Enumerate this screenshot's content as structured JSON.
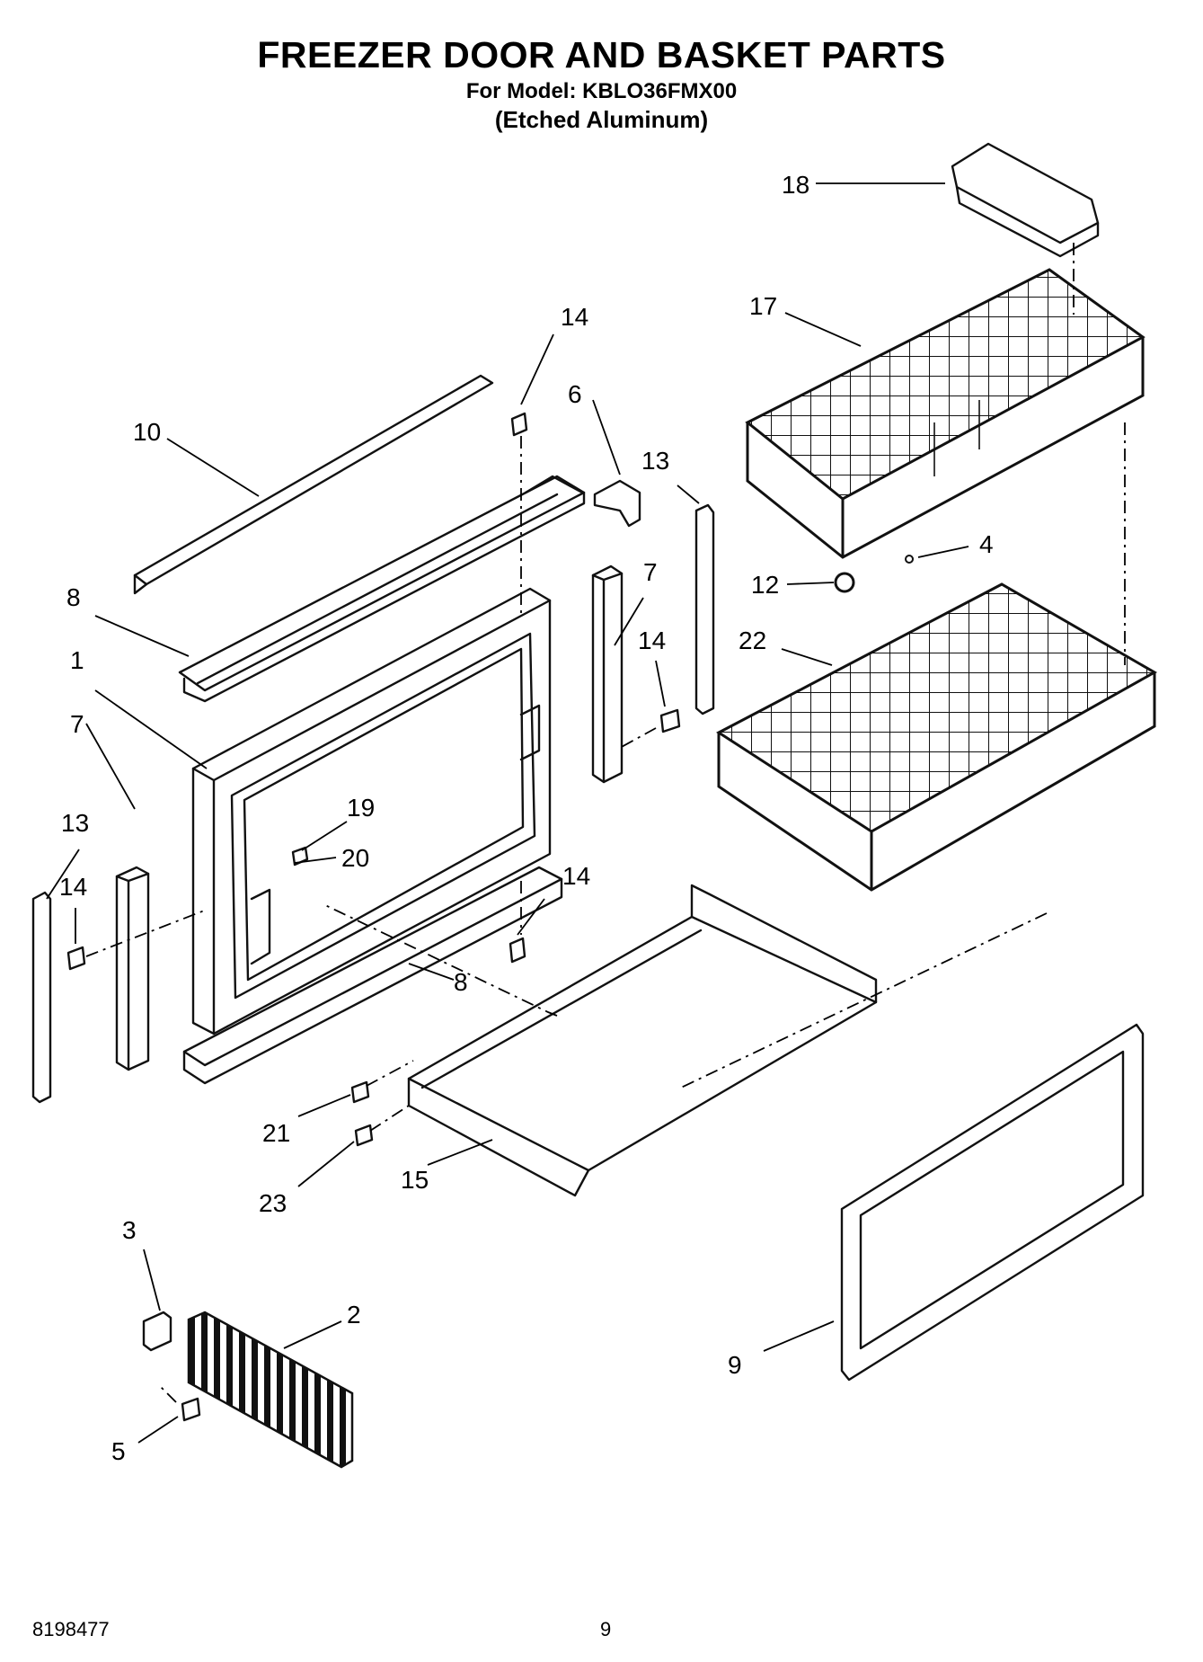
{
  "header": {
    "title": "FREEZER DOOR AND BASKET PARTS",
    "model_line": "For Model: KBLO36FMX00",
    "finish_line": "(Etched Aluminum)"
  },
  "callouts": {
    "c1": "1",
    "c2": "2",
    "c3": "3",
    "c4": "4",
    "c5": "5",
    "c6": "6",
    "c7a": "7",
    "c7b": "7",
    "c8a": "8",
    "c8b": "8",
    "c9": "9",
    "c10": "10",
    "c12": "12",
    "c13a": "13",
    "c13b": "13",
    "c14a": "14",
    "c14b": "14",
    "c14c": "14",
    "c14d": "14",
    "c15": "15",
    "c17": "17",
    "c18": "18",
    "c19": "19",
    "c20": "20",
    "c21": "21",
    "c22": "22",
    "c23": "23"
  },
  "footer": {
    "doc_number": "8198477",
    "page_number": "9"
  }
}
